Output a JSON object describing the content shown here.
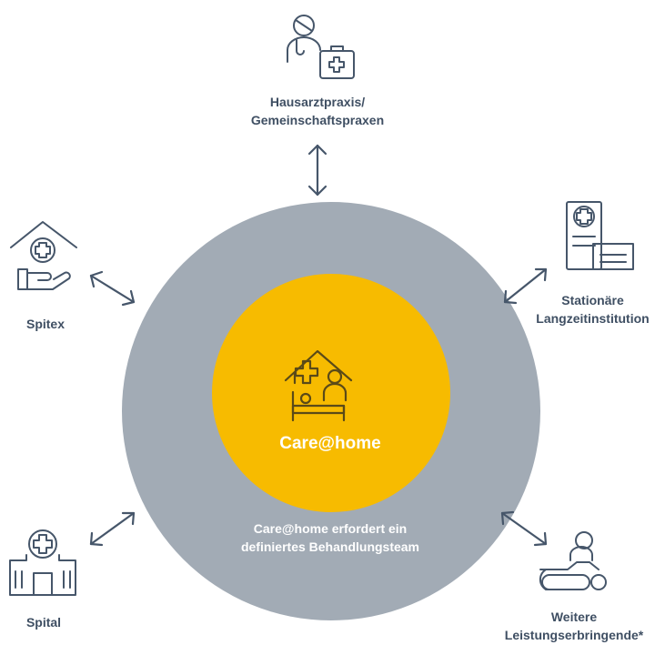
{
  "center": {
    "title": "Care@home",
    "note_line1": "Care@home erfordert ein",
    "note_line2": "definiertes Behandlungsteam",
    "inner_color": "#f7bb00",
    "outer_color": "#a2abb5"
  },
  "nodes": {
    "gp": {
      "line1": "Hausarztpraxis/",
      "line2": "Gemeinschaftspraxen",
      "icon": "doctor-with-medical-case-icon"
    },
    "spitex": {
      "line1": "Spitex",
      "icon": "home-care-hand-icon"
    },
    "longterm": {
      "line1": "Stationäre",
      "line2": "Langzeitinstitution",
      "icon": "care-facility-building-icon"
    },
    "hospital": {
      "line1": "Spital",
      "icon": "hospital-building-icon"
    },
    "others": {
      "line1": "Weitere",
      "line2": "Leistungserbringende*",
      "icon": "physiotherapy-massage-icon"
    }
  },
  "center_icon": "home-bed-patient-icon",
  "colors": {
    "icon_stroke": "#46566a",
    "label_text": "#3f4f63"
  }
}
